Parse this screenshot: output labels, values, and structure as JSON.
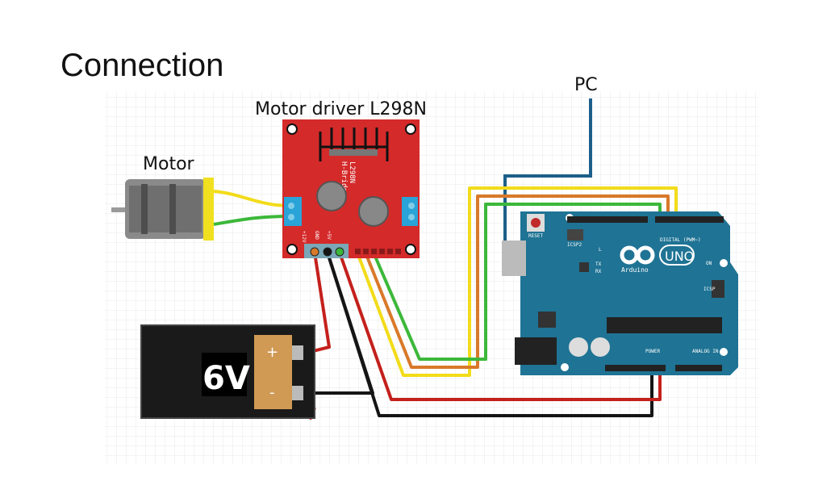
{
  "title": "Connection",
  "labels": {
    "driver": "Motor driver L298N",
    "pc": "PC",
    "motor": "Motor",
    "battery_voltage": "6V"
  },
  "driver_board": {
    "chip": "L298N",
    "subtitle": "H-Bridge",
    "pins": [
      "+12V",
      "GND",
      "+5V"
    ],
    "color": "#d42a2a"
  },
  "arduino": {
    "brand": "Arduino",
    "model": "UNO",
    "reset": "RESET",
    "icsp2": "ICSP2",
    "icsp": "ICSP",
    "digital": "DIGITAL (PWM~)",
    "power": "POWER",
    "analog": "ANALOG IN",
    "tx": "TX",
    "rx": "RX",
    "l": "L",
    "on": "ON",
    "color": "#1f7394"
  },
  "battery": {
    "plus": "+",
    "minus": "-"
  },
  "wire_colors": {
    "yellow": "#f2dc1a",
    "orange": "#d9792a",
    "green": "#3cb83a",
    "red": "#c4201c",
    "black": "#151515",
    "blue": "#1d5f8a"
  }
}
